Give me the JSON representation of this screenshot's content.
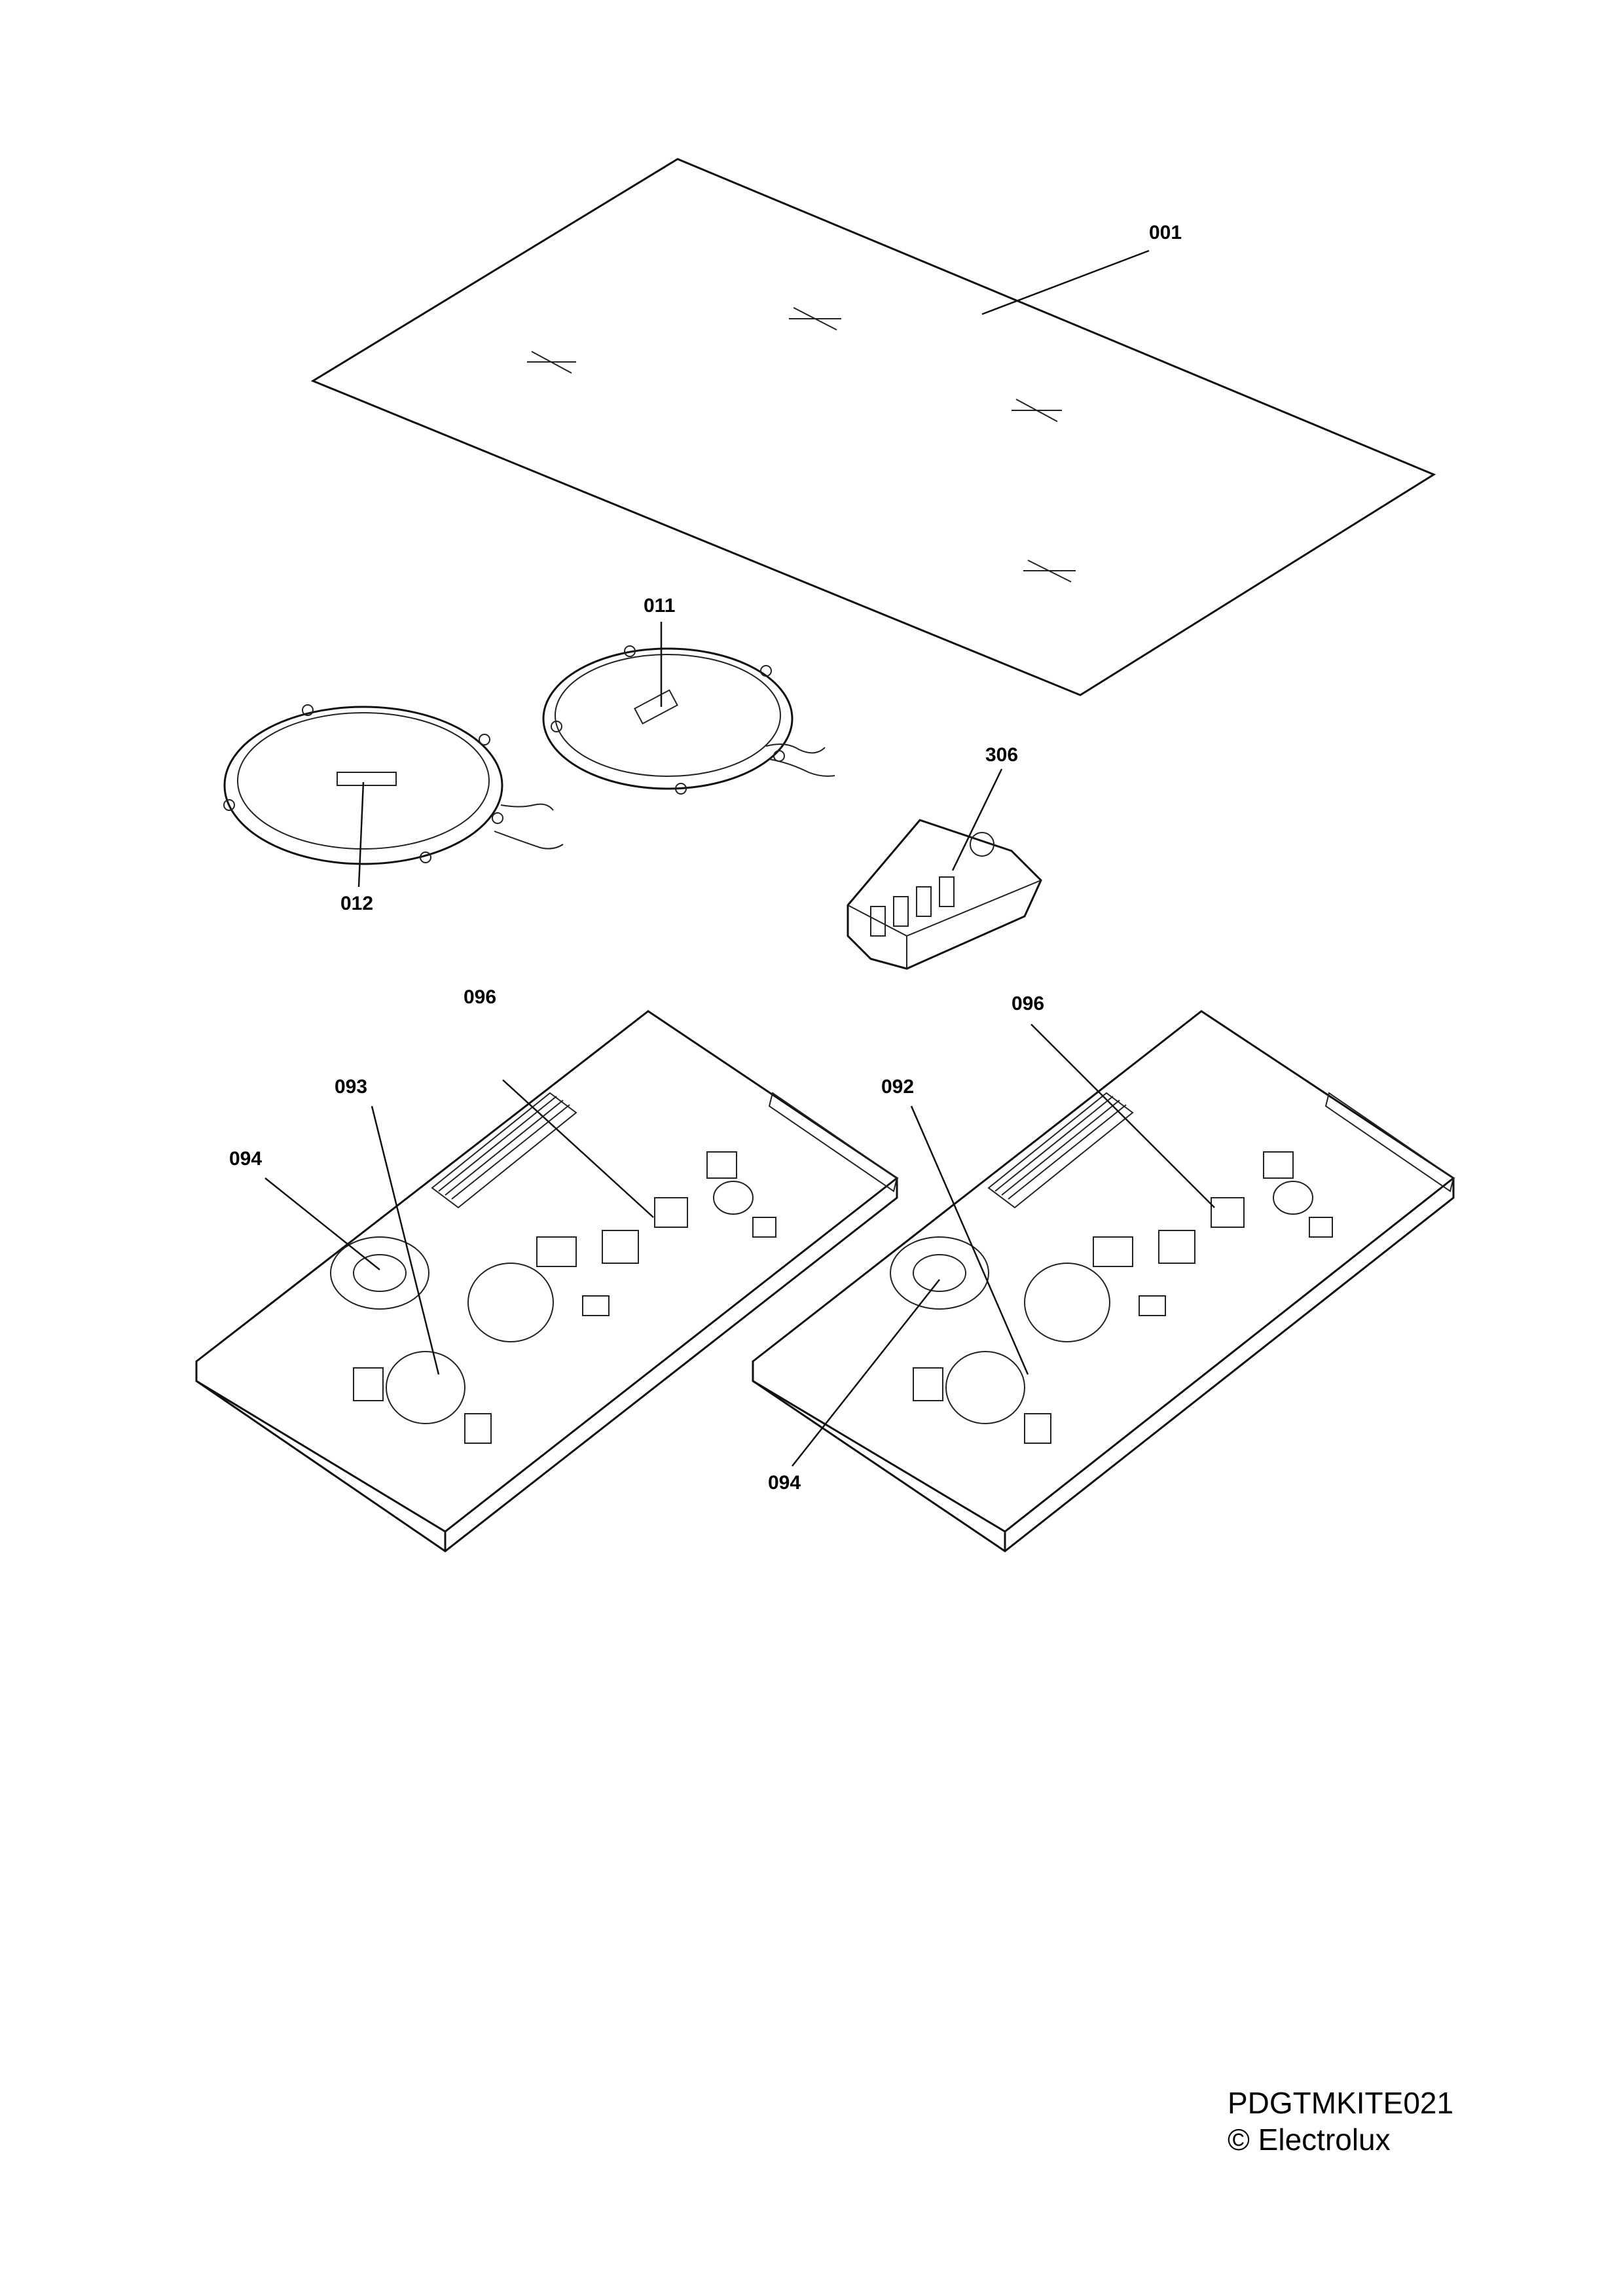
{
  "labels": {
    "glass": "001",
    "coil_right": "011",
    "coil_left": "012",
    "terminal_block": "306",
    "board_left_heatsink": "096",
    "board_right_heatsink": "096",
    "board_left_part_093": "093",
    "board_left_fan": "094",
    "board_right_part_092": "092",
    "board_right_fan": "094"
  },
  "footer": {
    "code": "PDGTMKITE021",
    "copyright": "© Electrolux"
  }
}
